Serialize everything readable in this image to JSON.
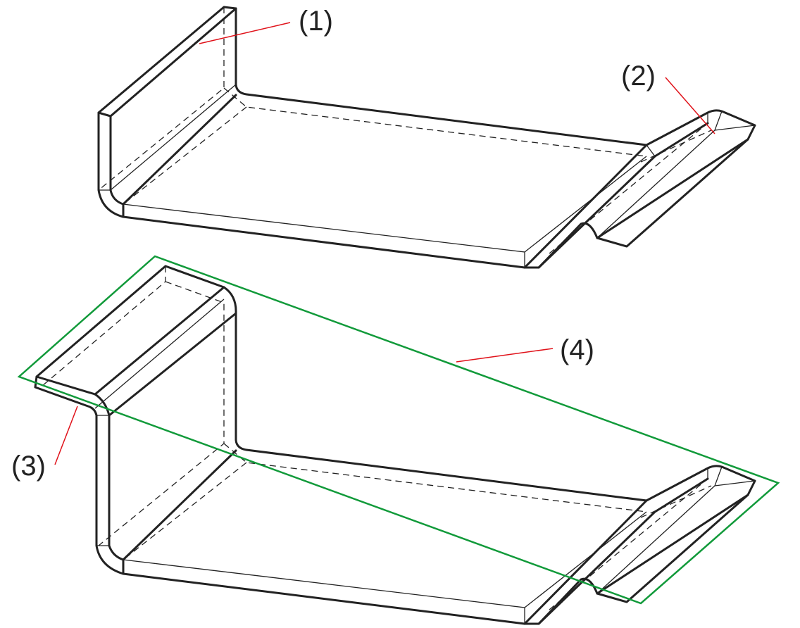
{
  "labels": {
    "l1": "(1)",
    "l2": "(2)",
    "l3": "(3)",
    "l4": "(4)"
  },
  "colors": {
    "outline": "#222222",
    "leader": "#e0121a",
    "plane": "#119a3a"
  }
}
